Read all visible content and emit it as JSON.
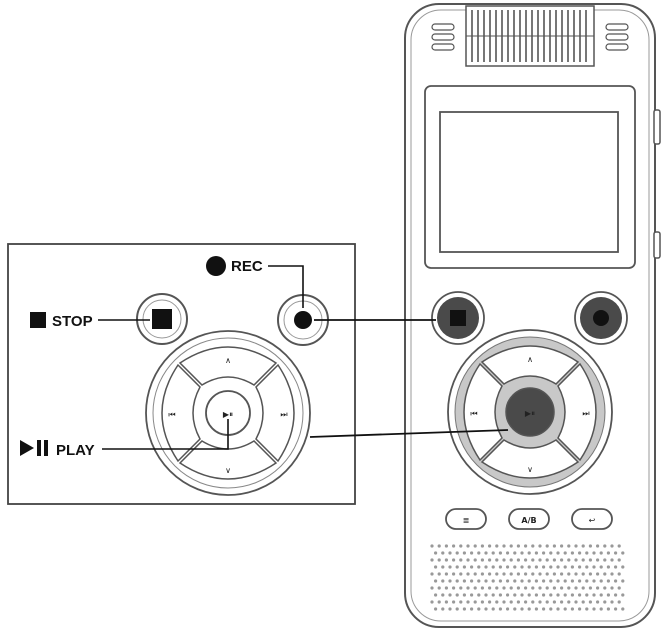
{
  "diagram": {
    "callouts": {
      "stop_label": "STOP",
      "rec_label": "REC",
      "play_label": "PLAY"
    },
    "dpad_glyphs": {
      "up": "∧",
      "down": "∨",
      "prev": "⏮",
      "next": "⏭",
      "play": "▶⏸"
    },
    "bottom_buttons": {
      "left_glyph": "≣",
      "middle_glyph": "A/B",
      "right_glyph": "↩"
    },
    "colors": {
      "line": "#111111",
      "outline": "#555555",
      "fill_dark": "#4a4a4a",
      "fill_mid": "#c8c8c8",
      "panel_border": "#444444"
    }
  }
}
